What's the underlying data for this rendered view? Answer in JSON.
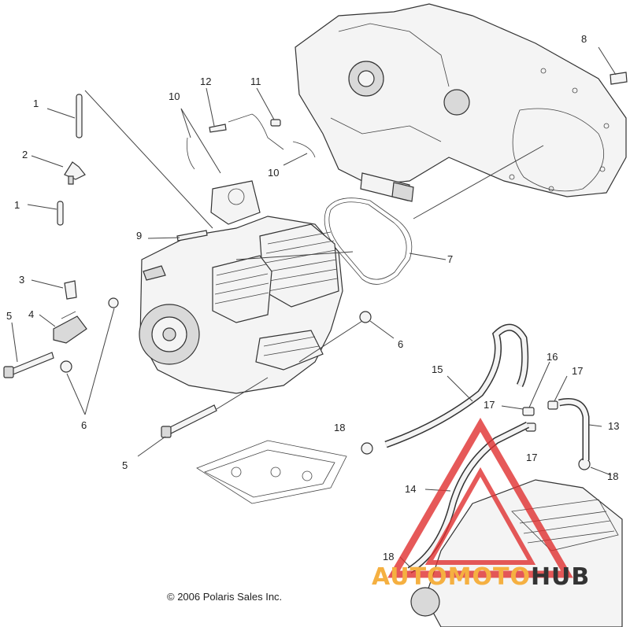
{
  "callouts": [
    {
      "id": "c1a",
      "text": "1"
    },
    {
      "id": "c1b",
      "text": "1"
    },
    {
      "id": "c2",
      "text": "2"
    },
    {
      "id": "c3",
      "text": "3"
    },
    {
      "id": "c4",
      "text": "4"
    },
    {
      "id": "c5a",
      "text": "5"
    },
    {
      "id": "c5b",
      "text": "5"
    },
    {
      "id": "c6a",
      "text": "6"
    },
    {
      "id": "c6b",
      "text": "6"
    },
    {
      "id": "c7",
      "text": "7"
    },
    {
      "id": "c8",
      "text": "8"
    },
    {
      "id": "c9",
      "text": "9"
    },
    {
      "id": "c10a",
      "text": "10"
    },
    {
      "id": "c10b",
      "text": "10"
    },
    {
      "id": "c11",
      "text": "11"
    },
    {
      "id": "c12",
      "text": "12"
    },
    {
      "id": "c13",
      "text": "13"
    },
    {
      "id": "c14",
      "text": "14"
    },
    {
      "id": "c15",
      "text": "15"
    },
    {
      "id": "c16",
      "text": "16"
    },
    {
      "id": "c17a",
      "text": "17"
    },
    {
      "id": "c17b",
      "text": "17"
    },
    {
      "id": "c17c",
      "text": "17"
    },
    {
      "id": "c18a",
      "text": "18"
    },
    {
      "id": "c18b",
      "text": "18"
    },
    {
      "id": "c18c",
      "text": "18"
    }
  ],
  "copyright": "© 2006 Polaris Sales Inc.",
  "watermark": {
    "part1": "AUTOMOTO",
    "part2": "HUB",
    "color_primary": "#e03030",
    "color_accent": "#f5b041"
  }
}
